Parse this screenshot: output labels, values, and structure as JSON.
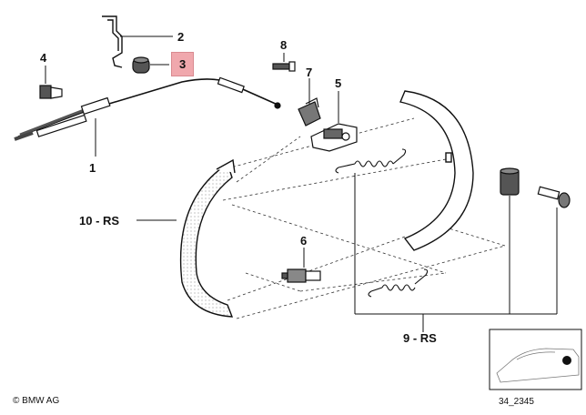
{
  "callouts": [
    {
      "id": "1",
      "text": "1"
    },
    {
      "id": "2",
      "text": "2"
    },
    {
      "id": "3",
      "text": "3"
    },
    {
      "id": "4",
      "text": "4"
    },
    {
      "id": "5",
      "text": "5"
    },
    {
      "id": "6",
      "text": "6"
    },
    {
      "id": "7",
      "text": "7"
    },
    {
      "id": "8",
      "text": "8"
    },
    {
      "id": "9",
      "text": "9 - RS"
    },
    {
      "id": "10",
      "text": "10 - RS"
    }
  ],
  "highlighted_part": "3",
  "highlight_color": "#f0a8ad",
  "footer": {
    "copyright": "© BMW AG",
    "diagram_id": "34_2345"
  }
}
